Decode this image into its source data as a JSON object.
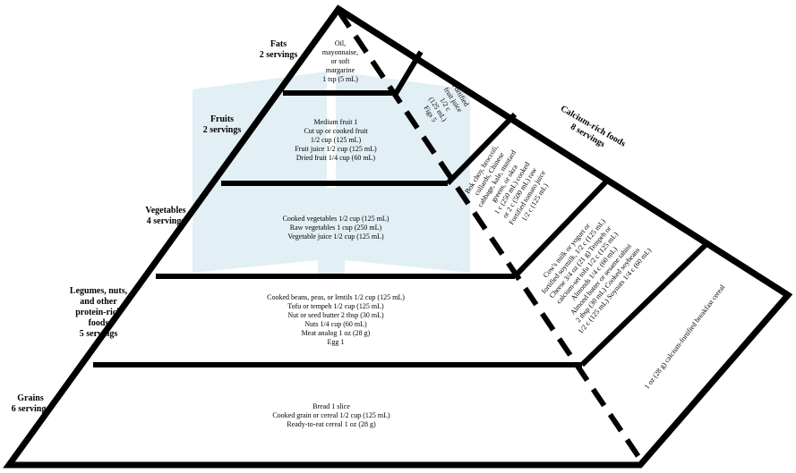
{
  "groups": {
    "fats": {
      "name": "Fats",
      "servings": "2 servings",
      "foods": [
        "Oil,",
        "mayonnaise,",
        "or soft",
        "margarine",
        "1 tsp (5 mL)"
      ]
    },
    "fruits": {
      "name": "Fruits",
      "servings": "2 servings",
      "foods": [
        "Medium fruit 1",
        "Cut up or cooked fruit",
        "1/2 cup (125 mL)",
        "Fruit juice 1/2 cup (125 mL)",
        "Dried fruit 1/4 cup (60 mL)"
      ]
    },
    "vegetables": {
      "name": "Vegetables",
      "servings": "4 servings",
      "foods": [
        "Cooked vegetables 1/2 cup (125 mL)",
        "Raw vegetables 1 cup (250 mL)",
        "Vegetable juice 1/2 cup (125 mL)"
      ]
    },
    "legumes": {
      "name_lines": [
        "Legumes, nuts,",
        "and other",
        "protein-rich",
        "foods"
      ],
      "servings": "5 servings",
      "foods": [
        "Cooked beans, peas, or lentils 1/2 cup (125 mL)",
        "Tofu or tempeh 1/2 cup (125 mL)",
        "Nut or seed butter 2 tbsp (30 mL)",
        "Nuts 1/4 cup (60 mL)",
        "Meat analog 1 oz (28 g)",
        "Egg 1"
      ]
    },
    "grains": {
      "name": "Grains",
      "servings": "6 servings",
      "foods": [
        "Bread 1 slice",
        "Cooked grain or cereal 1/2 cup (125 mL)",
        "Ready-to-eat cereal 1 oz (28 g)"
      ]
    }
  },
  "calcium": {
    "title": "Calcium-rich foods",
    "servings": "8 servings",
    "fruit_lines": [
      "Fortified",
      "fruit juice",
      "1/2 c",
      "(125 mL)",
      "Figs 5"
    ],
    "veg_lines": [
      "Bok choy, broccoli,",
      "collards, Chinese",
      "cabbage, kale, mustard",
      "greens, or okra",
      "1 c (250 mL) cooked",
      "or 2 c (500 mL) raw",
      "Fortified tomato juice",
      "1/2 c (125 mL)"
    ],
    "protein_lines": [
      "Cow's milk or yogurt or",
      "fortified soymilk, 1/2 c (125 mL)",
      "Cheese 3/4 oz (21 g) Tempeh or",
      "calcium-set tofu 1/2 c (125 mL)",
      "Almonds 1/4 c (60 mL)",
      "Almond butter or sesame tahini",
      "2 tbsp (30 mL) Cooked soybeans",
      "1/2 c (125 mL) Soynuts 1/4 c (60 mL)"
    ],
    "grain_line": "1 oz (28 g) calcium-fortified breakfast cereal"
  },
  "colors": {
    "stroke": "#000000",
    "watermark": "#1a7fb0"
  }
}
